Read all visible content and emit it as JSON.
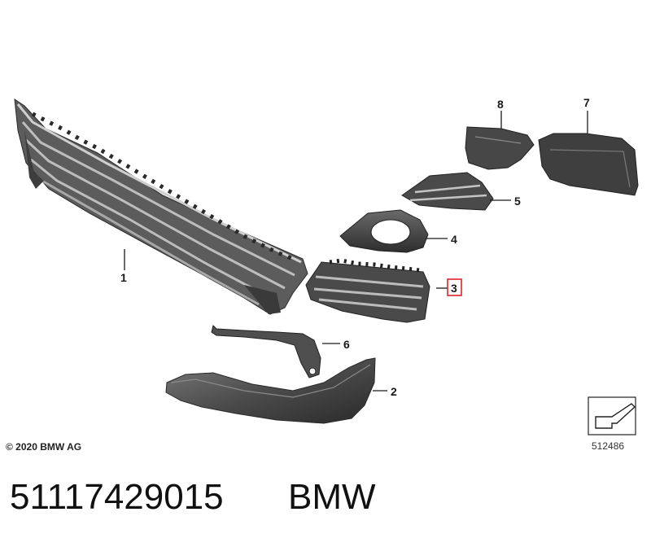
{
  "callouts": [
    "1",
    "2",
    "3",
    "4",
    "5",
    "6",
    "7",
    "8"
  ],
  "highlighted_callout": "3",
  "highlight_color": "#e0242a",
  "part_color": "#4a4a4a",
  "copyright": "© 2020 BMW AG",
  "reference_number": "512486",
  "footer": {
    "part_number": "51117429015",
    "brand": "BMW"
  }
}
